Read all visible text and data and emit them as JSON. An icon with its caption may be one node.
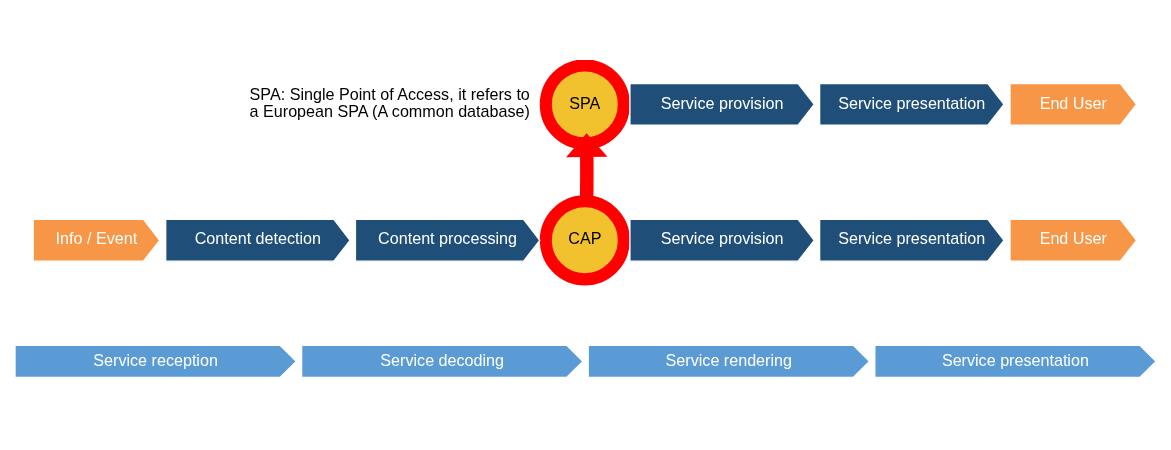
{
  "diagram": {
    "nodes": [
      {
        "text": [
          "SPA"
        ]
      },
      {
        "text": [
          "Service provision"
        ]
      },
      {
        "text": [
          "Service presentation"
        ]
      },
      {
        "text": [
          "End User"
        ]
      },
      {
        "text": [
          "Info / Event"
        ]
      },
      {
        "text": [
          "Content detection"
        ]
      },
      {
        "text": [
          "Content processing"
        ]
      },
      {
        "text": [
          "CAP"
        ]
      },
      {
        "text": [
          "Service provision"
        ]
      },
      {
        "text": [
          "Service presentation"
        ]
      },
      {
        "text": [
          "End User"
        ]
      },
      {
        "text": [
          "Service reception"
        ]
      },
      {
        "text": [
          "Service decoding"
        ]
      },
      {
        "text": [
          "Service rendering"
        ]
      },
      {
        "text": [
          "Service presentation"
        ]
      }
    ],
    "edges": [
      {
        "from": 7,
        "to": 0,
        "arrow": "to",
        "color": "#ff0000"
      }
    ],
    "labels": [
      "SPA: Single Point of Access, it refers to a European SPA (A common database)"
    ]
  }
}
